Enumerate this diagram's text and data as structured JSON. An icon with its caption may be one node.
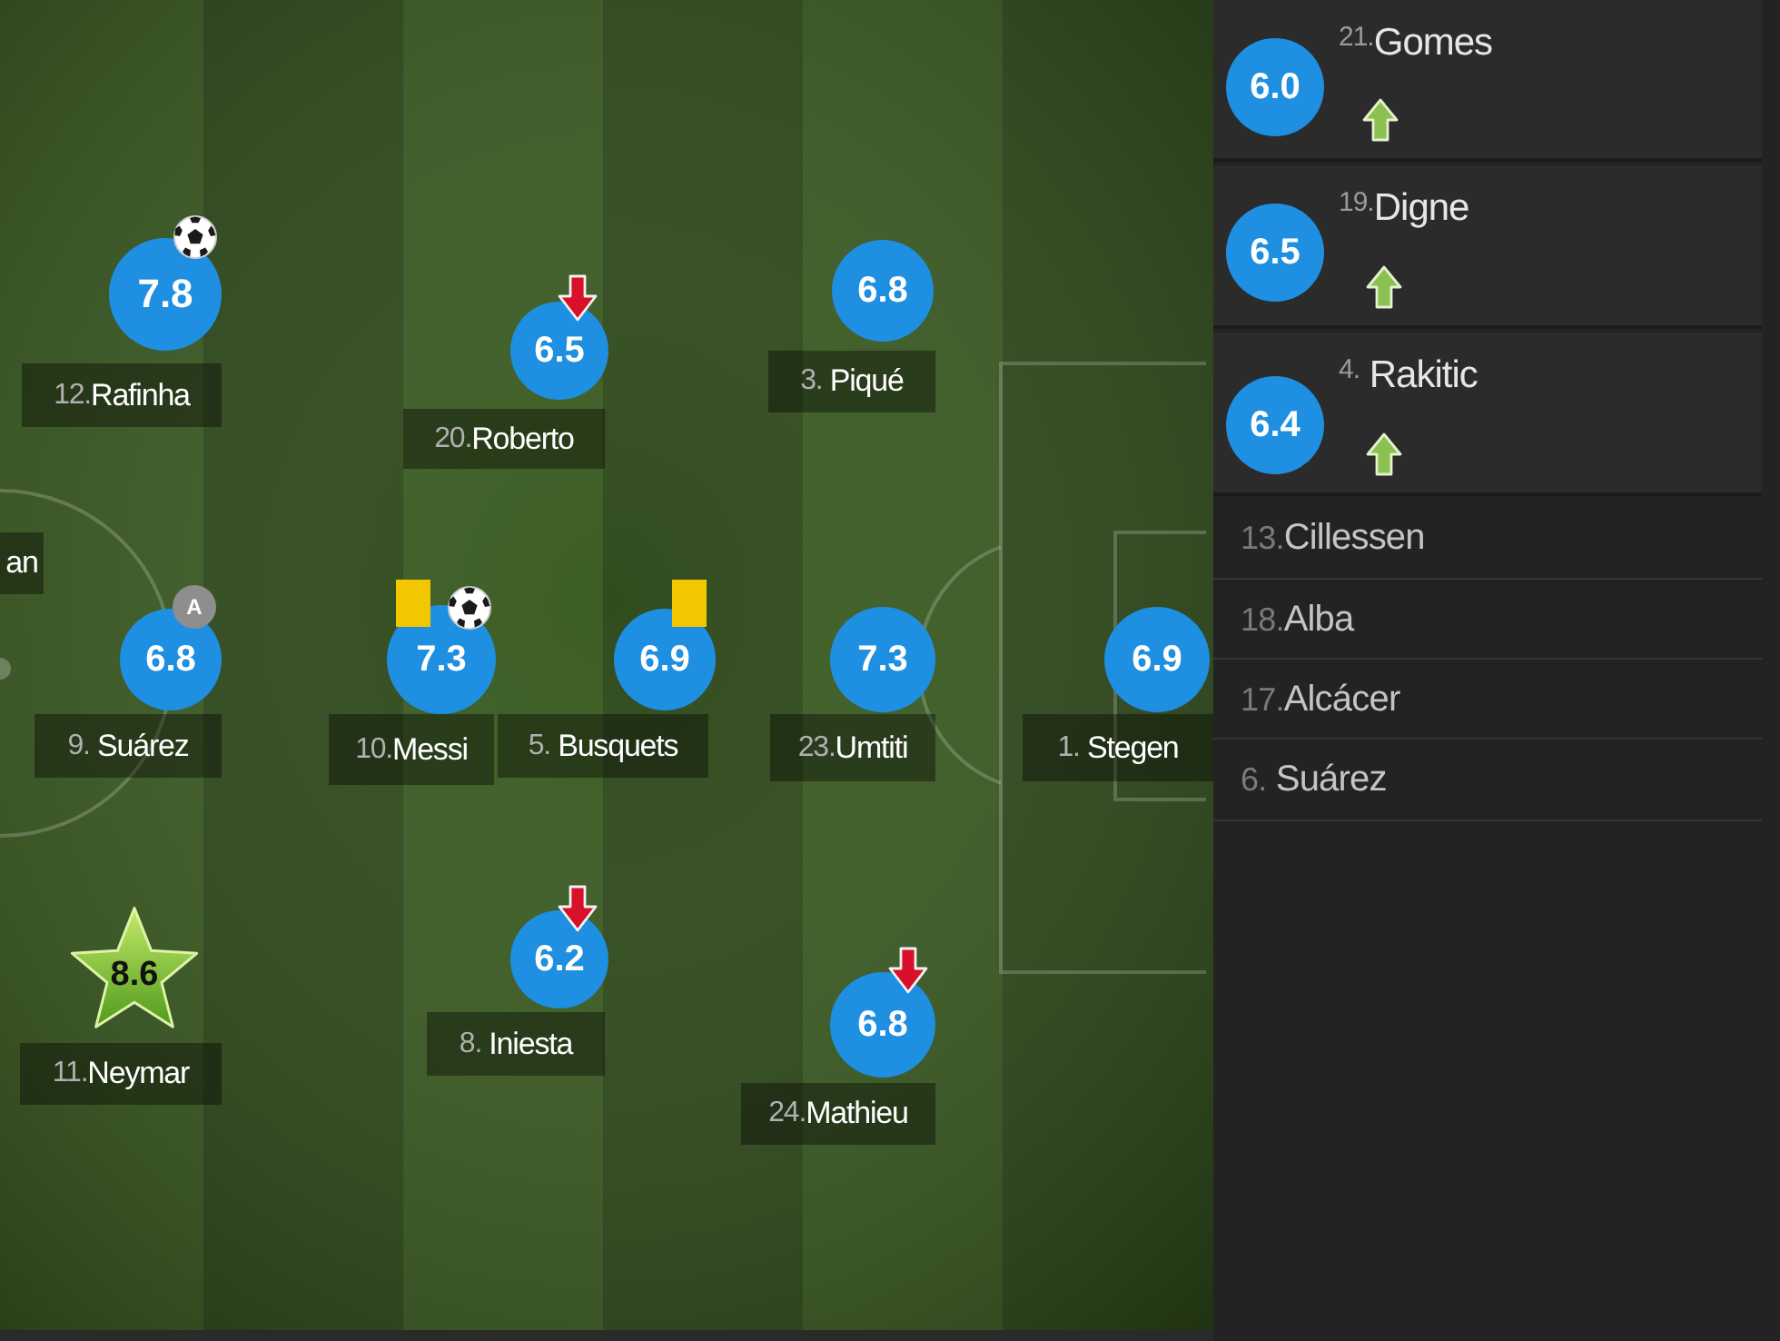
{
  "diagram": {
    "nodes": [
      {
        "text": [
          "7.8"
        ]
      },
      {
        "text": [
          "12.Rafinha"
        ]
      },
      {
        "text": [
          "6.5"
        ]
      },
      {
        "text": [
          "20.Roberto"
        ]
      },
      {
        "text": [
          "6.8"
        ]
      },
      {
        "text": [
          "3. Piqué"
        ]
      },
      {
        "text": [
          "an"
        ]
      },
      {
        "text": [
          "A"
        ]
      },
      {
        "text": [
          "6.8"
        ]
      },
      {
        "text": [
          "9. Suárez"
        ]
      },
      {
        "text": [
          "7.3"
        ]
      },
      {
        "text": [
          "10.Messi"
        ]
      },
      {
        "text": [
          "6.9"
        ]
      },
      {
        "text": [
          "5. Busquets"
        ]
      },
      {
        "text": [
          "7.3"
        ]
      },
      {
        "text": [
          "23.Umtiti"
        ]
      },
      {
        "text": [
          "6.9"
        ]
      },
      {
        "text": [
          "1. Stegen"
        ]
      },
      {
        "text": [
          "8.6"
        ]
      },
      {
        "text": [
          "11.Neymar"
        ]
      },
      {
        "text": [
          "6.2"
        ]
      },
      {
        "text": [
          "8. Iniesta"
        ]
      },
      {
        "text": [
          "6.8"
        ]
      },
      {
        "text": [
          "24.Mathieu"
        ]
      },
      {
        "text": [
          "$^{21.}$Gomes"
        ]
      },
      {
        "text": [
          "6.0"
        ],
        "in": 24
      },
      {
        "text": [
          "$^{19.}$Digne"
        ]
      },
      {
        "text": [
          "6.5"
        ],
        "in": 26
      },
      {
        "text": [
          "$^{4.}$ Rakitic"
        ]
      },
      {
        "text": [
          "6.4"
        ],
        "in": 28
      },
      {
        "text": [
          "13.Cillessen"
        ]
      },
      {
        "text": [
          "18.Alba"
        ]
      },
      {
        "text": [
          "17.Alcácer"
        ]
      },
      {
        "text": [
          "6. Suárez"
        ]
      }
    ]
  }
}
